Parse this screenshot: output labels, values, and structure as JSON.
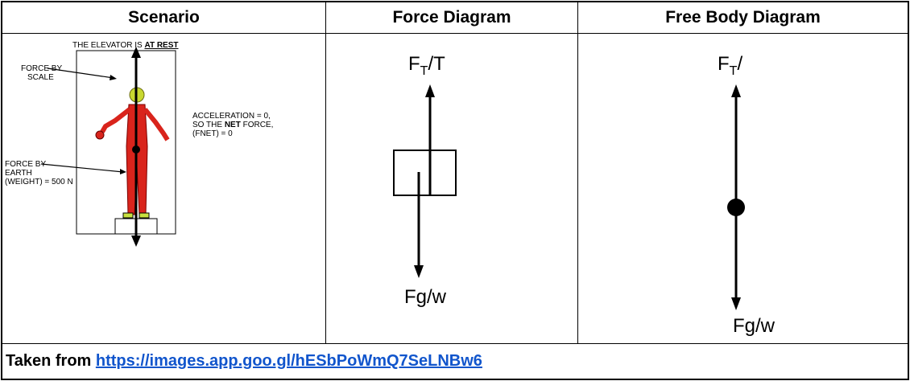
{
  "headers": {
    "scenario": "Scenario",
    "force_diagram": "Force Diagram",
    "free_body_diagram": "Free Body Diagram"
  },
  "scenario": {
    "title_prefix": "THE ELEVATOR IS ",
    "title_emphasis": "AT REST",
    "force_by_scale_line1": "FORCE BY",
    "force_by_scale_line2": "SCALE",
    "acceleration_line1": "ACCELERATION = 0,",
    "acceleration_line2_prefix": "SO THE ",
    "acceleration_line2_bold": "NET",
    "acceleration_line2_suffix": " FORCE,",
    "acceleration_line3": "(FNET) = 0",
    "force_by_earth_line1": "FORCE BY",
    "force_by_earth_line2": "EARTH",
    "force_by_earth_line3": "(WEIGHT) = 500 N"
  },
  "force_diagram": {
    "top_label_main": "F",
    "top_label_sub": "T",
    "top_label_rest": "/T",
    "bottom_label": "Fg/w"
  },
  "free_body_diagram": {
    "top_label_main": "F",
    "top_label_sub": "T",
    "top_label_rest": "/",
    "bottom_label": "Fg/w"
  },
  "footer": {
    "prefix": "Taken from ",
    "link_text": "https://images.app.goo.gl/hESbPoWmQ7SeLNBw6"
  },
  "colors": {
    "link": "#1155cc",
    "figure_body": "#d9241c",
    "figure_head": "#c8d830",
    "figure_feet": "#c8e040"
  }
}
